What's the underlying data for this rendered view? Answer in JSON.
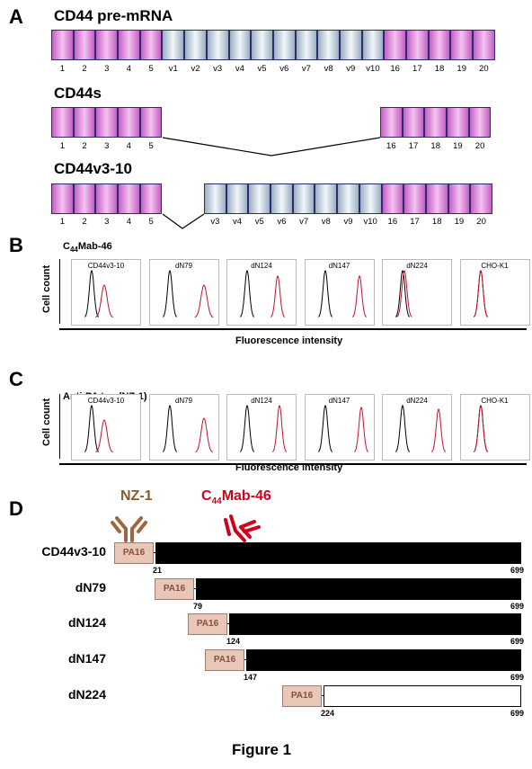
{
  "panel_a": {
    "letter": "A",
    "rows": [
      {
        "title": "CD44 pre-mRNA",
        "labels": [
          "1",
          "2",
          "3",
          "4",
          "5",
          "v1",
          "v2",
          "v3",
          "v4",
          "v5",
          "v6",
          "v7",
          "v8",
          "v9",
          "v10",
          "16",
          "17",
          "18",
          "19",
          "20"
        ]
      },
      {
        "title": "CD44s",
        "labels": [
          "1",
          "2",
          "3",
          "4",
          "5",
          "16",
          "17",
          "18",
          "19",
          "20"
        ]
      },
      {
        "title": "CD44v3-10",
        "labels": [
          "1",
          "2",
          "3",
          "4",
          "5",
          "v3",
          "v4",
          "v5",
          "v6",
          "v7",
          "v8",
          "v9",
          "v10",
          "16",
          "17",
          "18",
          "19",
          "20"
        ]
      }
    ]
  },
  "panel_b": {
    "letter": "B",
    "antibody_prefix": "C",
    "antibody_sub": "44",
    "antibody_suffix": "Mab-46",
    "ylabel": "Cell count",
    "xlabel": "Fluorescence intensity",
    "cells": [
      "CD44v3-10",
      "dN79",
      "dN124",
      "dN147",
      "dN224",
      "CHO-K1"
    ]
  },
  "panel_c": {
    "letter": "C",
    "antibody": "Anti-PA tag (NZ-1)",
    "ylabel": "Cell count",
    "xlabel": "Fluorescence intensity",
    "cells": [
      "CD44v3-10",
      "dN79",
      "dN124",
      "dN147",
      "dN224",
      "CHO-K1"
    ]
  },
  "panel_d": {
    "letter": "D",
    "nz1_label": "NZ-1",
    "mab_prefix": "C",
    "mab_sub": "44",
    "mab_suffix": "Mab-46",
    "constructs": [
      {
        "name": "CD44v3-10",
        "tag": "PA16",
        "start": "21",
        "end": "699"
      },
      {
        "name": "dN79",
        "tag": "PA16",
        "start": "79",
        "end": "699"
      },
      {
        "name": "dN124",
        "tag": "PA16",
        "start": "124",
        "end": "699"
      },
      {
        "name": "dN147",
        "tag": "PA16",
        "start": "147",
        "end": "699"
      },
      {
        "name": "dN224",
        "tag": "PA16",
        "start": "224",
        "end": "699"
      }
    ]
  },
  "caption": "Figure 1",
  "colors": {
    "control": "#000000",
    "stained": "#c8102e",
    "nz1": "#8b5a2b",
    "mab": "#d0021b"
  }
}
